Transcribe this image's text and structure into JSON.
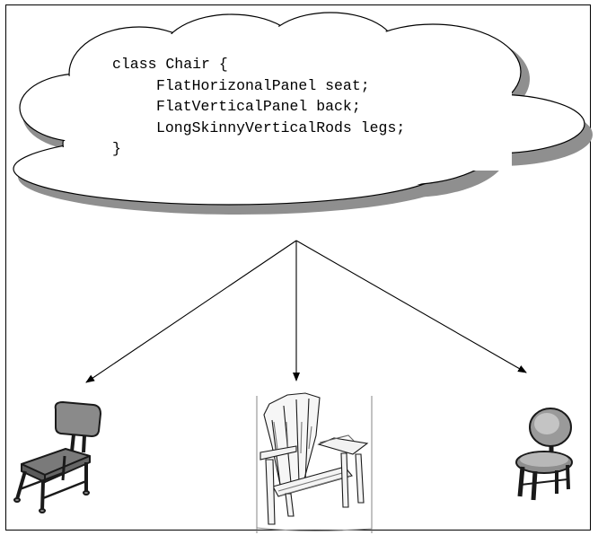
{
  "diagram": {
    "class_definition": {
      "header": "class Chair {",
      "members": [
        "FlatHorizonalPanel seat;",
        "FlatVerticalPanel back;",
        "LongSkinnyVerticalRods legs;"
      ],
      "footer": "}"
    },
    "instances": [
      {
        "icon": "school-chair-icon"
      },
      {
        "icon": "adirondack-chair-icon"
      },
      {
        "icon": "round-stool-chair-icon"
      }
    ],
    "colors": {
      "cloud_fill": "#ffffff",
      "cloud_shadow": "#8f8f8f",
      "outline": "#000000"
    }
  }
}
